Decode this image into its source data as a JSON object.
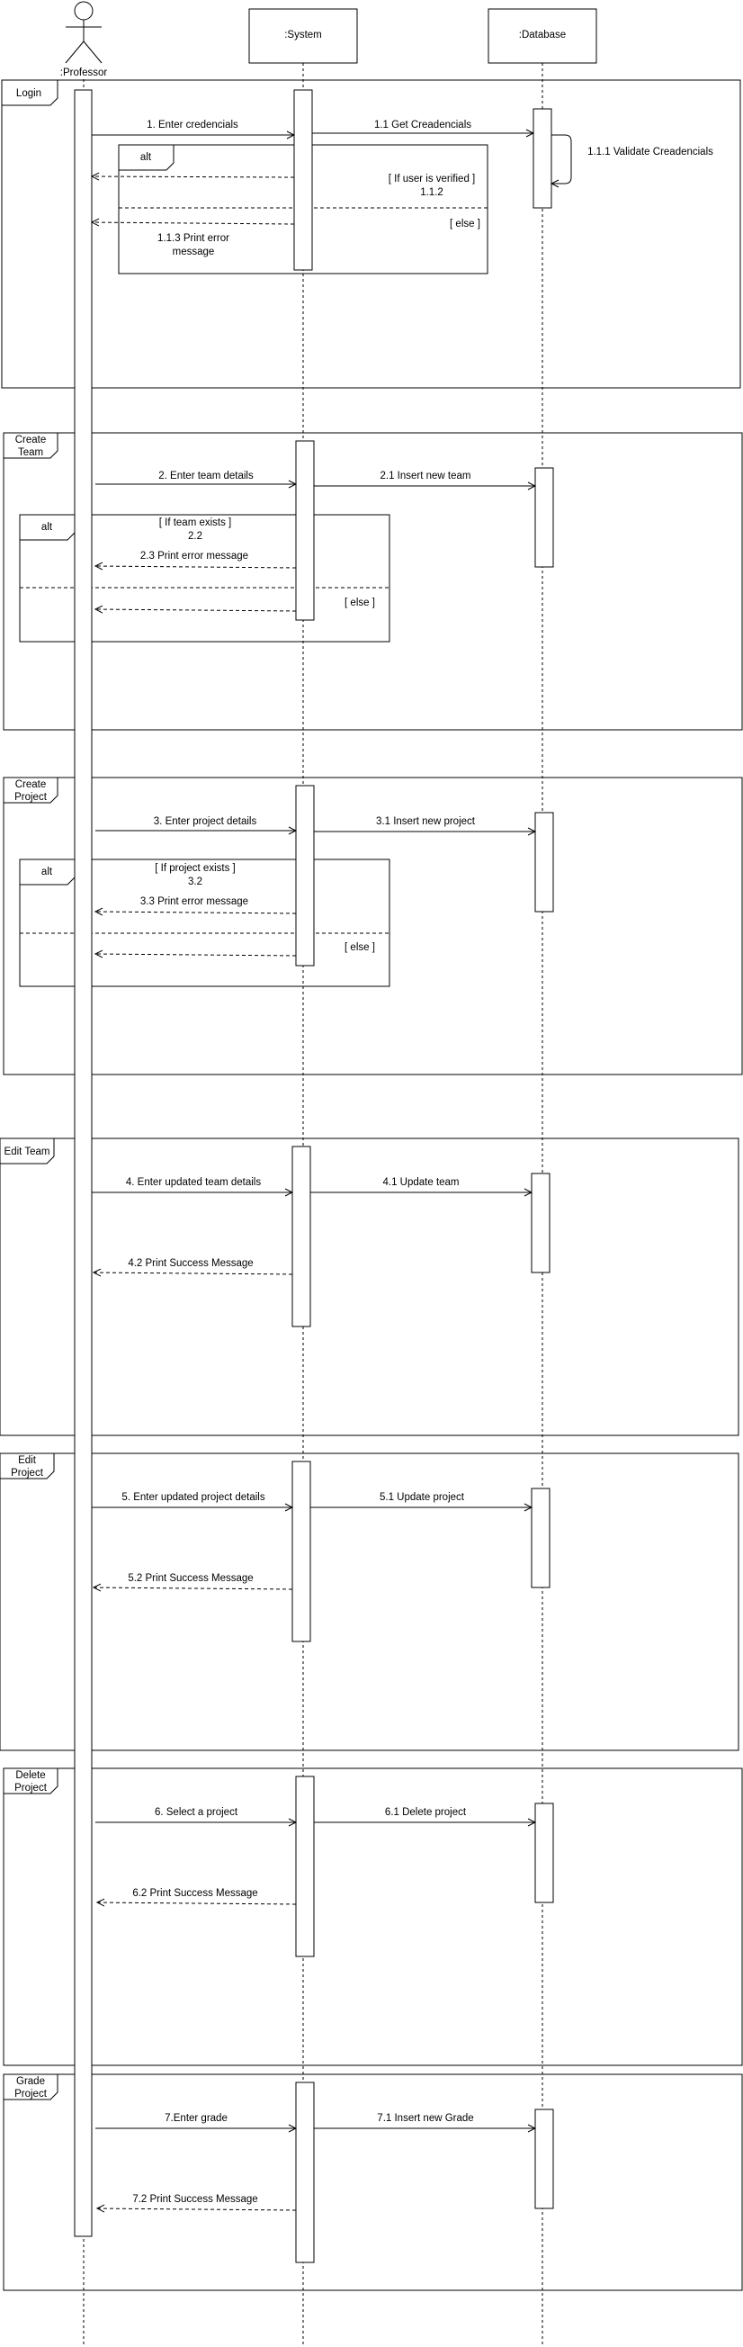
{
  "participants": {
    "professor": ":Professor",
    "system": ":System",
    "database": ":Database"
  },
  "fragments": {
    "login": "Login",
    "create_team": [
      "Create",
      "Team"
    ],
    "create_project": [
      "Create",
      "Project"
    ],
    "edit_team": "Edit Team",
    "edit_project": [
      "Edit",
      "Project"
    ],
    "delete_project": [
      "Delete",
      "Project"
    ],
    "grade_project": [
      "Grade",
      "Project"
    ],
    "alt": "alt"
  },
  "messages": {
    "m1": "1. Enter credencials",
    "m1_1": "1.1 Get Creadencials",
    "m1_1_1": "1.1.1 Validate Creadencials",
    "guard_user_verified": "[ If user is verified ]",
    "m1_1_2": "1.1.2",
    "else": "[ else ]",
    "m1_1_3": [
      "1.1.3 Print error",
      "message"
    ],
    "m2": "2. Enter team details",
    "m2_1": "2.1 Insert new team",
    "guard_team_exists": "[ If team exists ]",
    "m2_2": "2.2",
    "m2_3": "2.3 Print error message",
    "m3": "3. Enter project details",
    "m3_1": "3.1 Insert new project",
    "guard_project_exists": "[ If project exists ]",
    "m3_2": "3.2",
    "m3_3": "3.3 Print error message",
    "m4": "4. Enter updated team details",
    "m4_1": "4.1 Update team",
    "m4_2": "4.2 Print Success Message",
    "m5": "5. Enter updated project details",
    "m5_1": "5.1 Update project",
    "m5_2": "5.2 Print Success Message",
    "m6": "6. Select a project",
    "m6_1": "6.1 Delete project",
    "m6_2": "6.2 Print Success Message",
    "m7": "7.Enter grade",
    "m7_1": "7.1 Insert new Grade",
    "m7_2": "7.2 Print Success Message"
  }
}
